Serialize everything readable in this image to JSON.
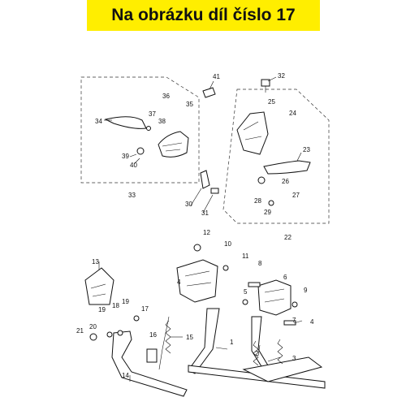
{
  "banner": {
    "text": "Na obrázku díl číslo 17",
    "bg": "#ffee00"
  },
  "callouts": [
    "1",
    "2",
    "3",
    "4",
    "5",
    "6",
    "7",
    "8",
    "9",
    "10",
    "11",
    "12",
    "13",
    "14",
    "15",
    "16",
    "17",
    "18",
    "19",
    "20",
    "21",
    "22",
    "23",
    "24",
    "25",
    "26",
    "27",
    "28",
    "29",
    "30",
    "31",
    "32",
    "33",
    "34",
    "35",
    "36",
    "37",
    "38",
    "39",
    "40",
    "41"
  ]
}
